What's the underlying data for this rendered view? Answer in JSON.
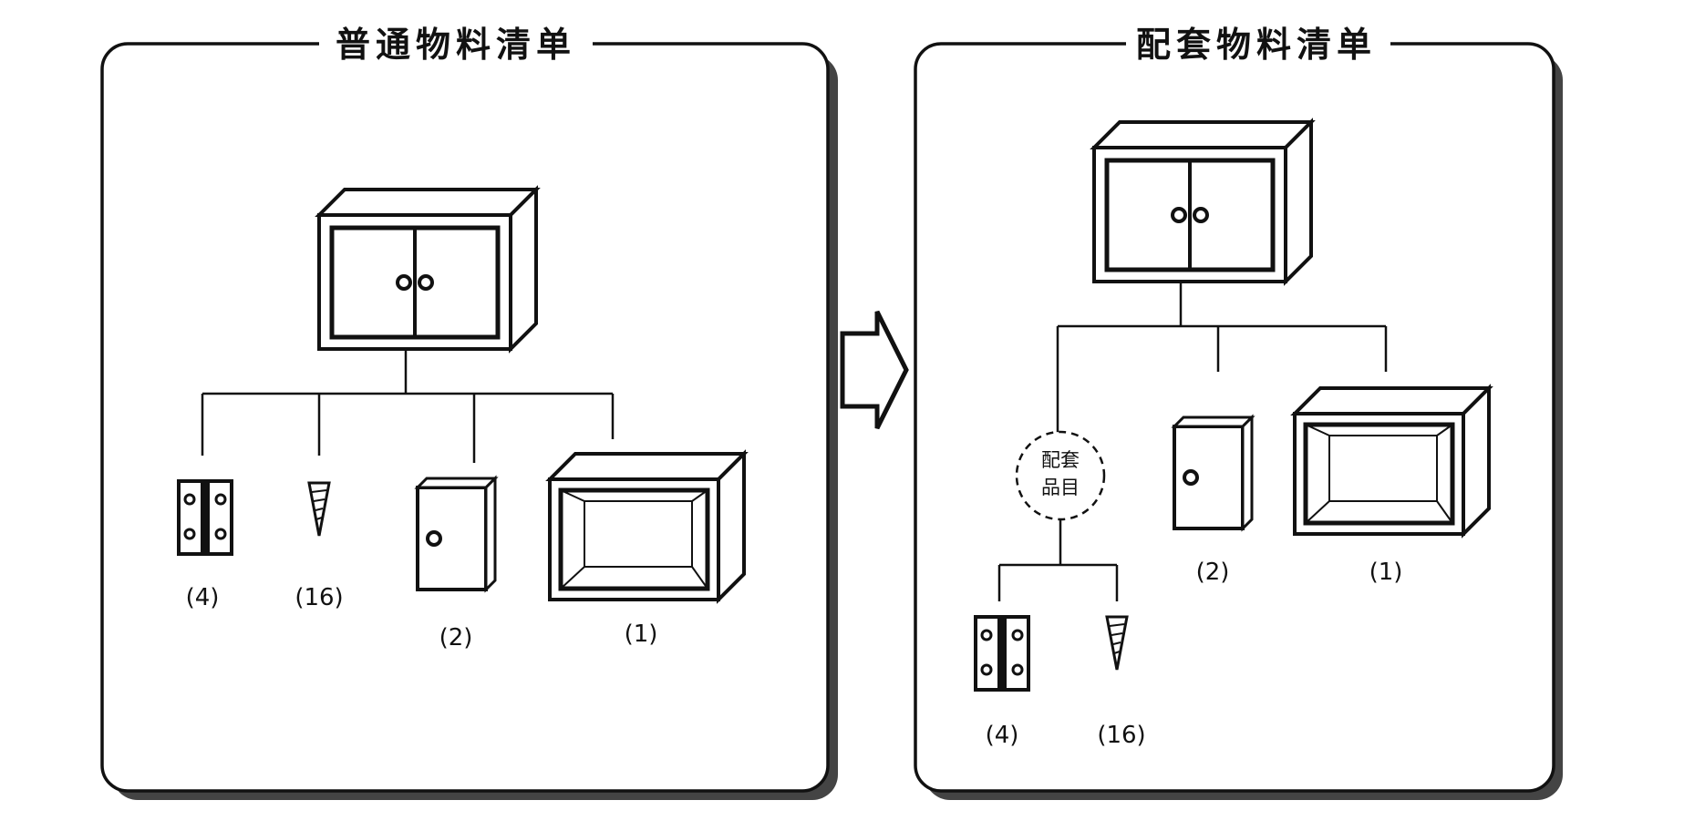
{
  "panels": {
    "normal": {
      "title": "普通物料清单",
      "qty_hinge": "(4)",
      "qty_screw": "(16)",
      "qty_door": "(2)",
      "qty_body": "(1)"
    },
    "kit": {
      "title": "配套物料清单",
      "kit_line1": "配套",
      "kit_line2": "品目",
      "qty_hinge": "(4)",
      "qty_screw": "(16)",
      "qty_door": "(2)",
      "qty_body": "(1)"
    }
  },
  "colors": {
    "line": "#111111",
    "shadow": "#444444",
    "background": "#ffffff"
  }
}
